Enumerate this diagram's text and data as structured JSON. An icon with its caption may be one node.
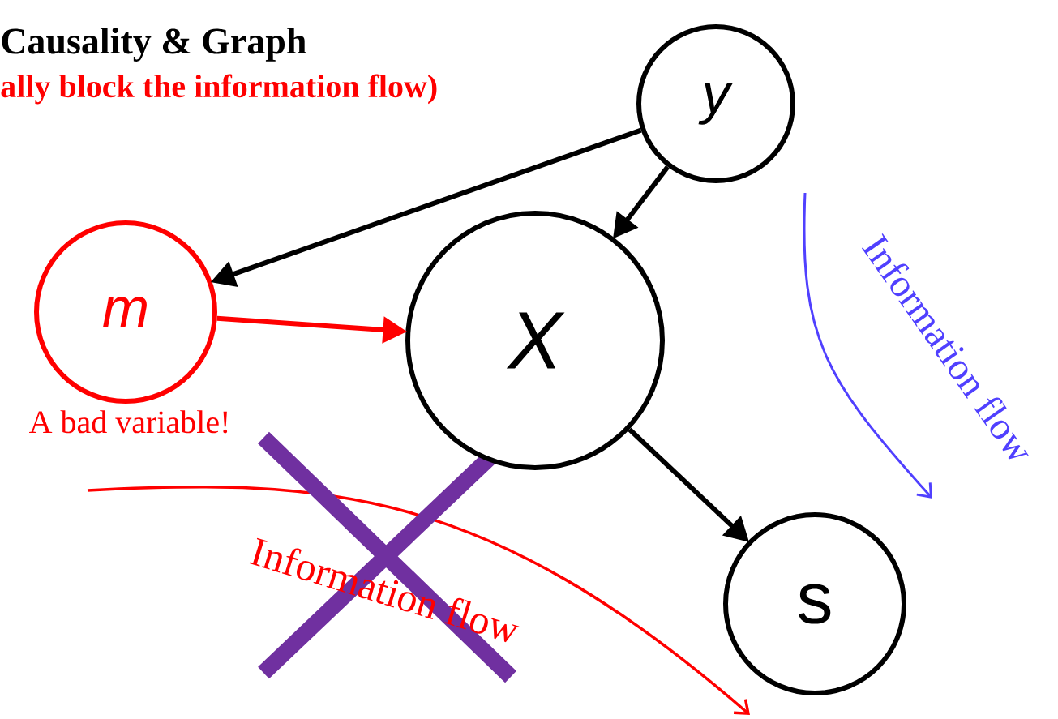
{
  "diagram": {
    "title": "Causality & Graph",
    "nodes": [
      {
        "text": [
          "y"
        ]
      },
      {
        "text": [
          "m"
        ],
        "beside": [
          "A bad variable!"
        ]
      },
      {
        "text": [
          "X"
        ]
      },
      {
        "text": [
          "s"
        ]
      }
    ],
    "edges": [
      {
        "from": 0,
        "to": 1,
        "arrow": "to"
      },
      {
        "from": 0,
        "to": 2,
        "arrow": "to"
      },
      {
        "from": 1,
        "to": 2,
        "arrow": "to",
        "color": "#ff0000"
      },
      {
        "from": 2,
        "to": 3,
        "arrow": "to"
      }
    ],
    "labels": [
      "ally block the information flow)",
      "Information flow",
      "Information flow"
    ]
  }
}
